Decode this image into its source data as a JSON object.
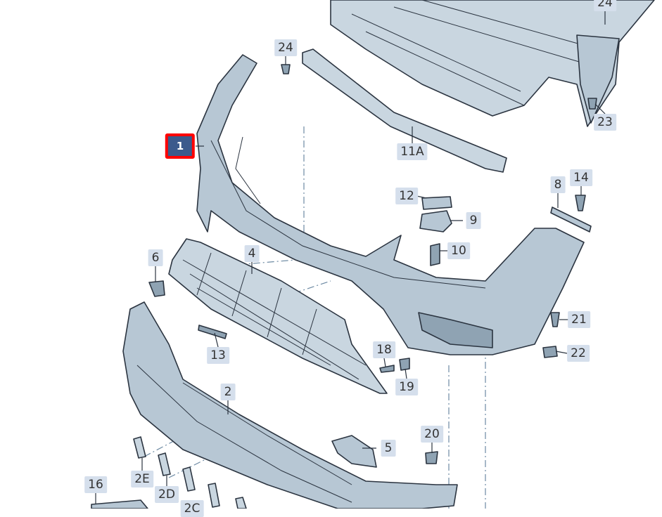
{
  "diagram": {
    "selected_part": "1",
    "colors": {
      "label_bg": "#d5dfec",
      "selected_bg": "#3c5a8c",
      "selected_border": "#ff0000",
      "part_fill": "#b7c7d4"
    },
    "labels": [
      "24",
      "24",
      "23",
      "1",
      "11A",
      "12",
      "9",
      "10",
      "8",
      "14",
      "6",
      "4",
      "13",
      "21",
      "22",
      "18",
      "19",
      "2",
      "5",
      "20",
      "16",
      "2E",
      "2D",
      "2C"
    ]
  }
}
